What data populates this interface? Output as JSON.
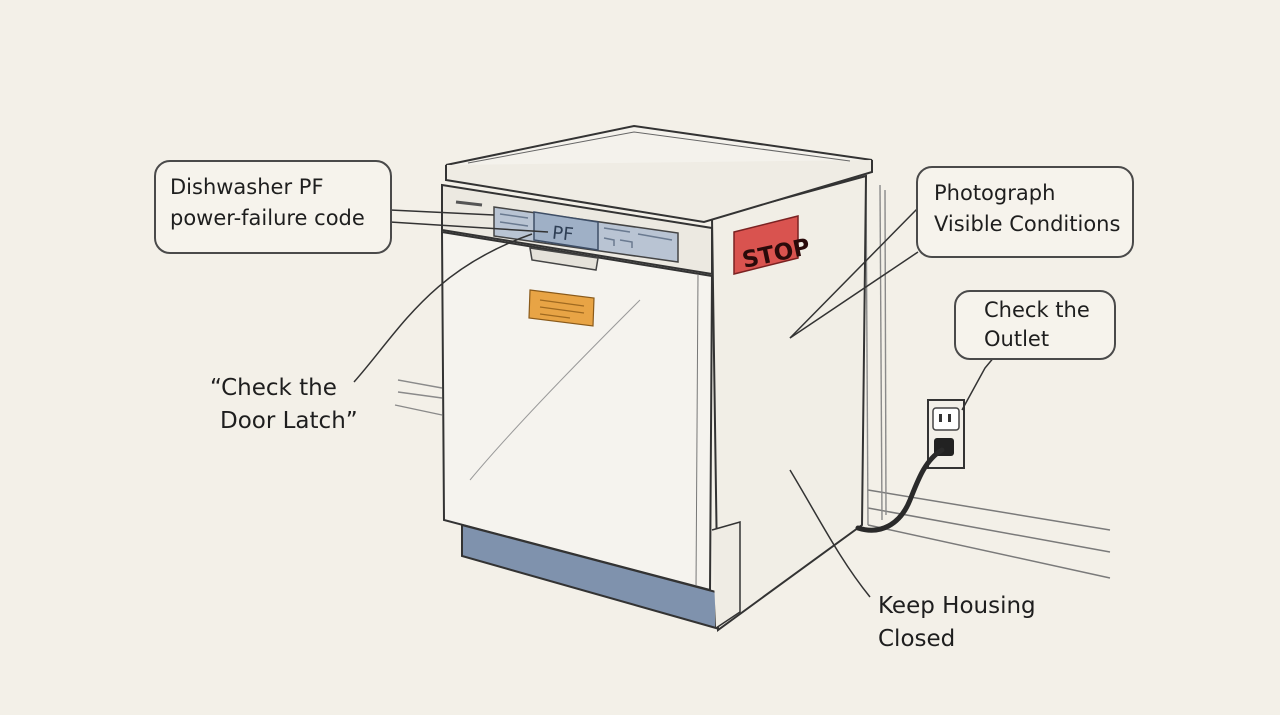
{
  "display_code": "PF",
  "stop_sign": "STOP",
  "callouts": {
    "error_code": {
      "line1": "Dishwasher PF",
      "line2": "power-failure code"
    },
    "photograph": {
      "line1": "Photograph",
      "line2": "Visible Conditions"
    },
    "outlet": {
      "line1": "Check the",
      "line2": "Outlet"
    },
    "door_latch": {
      "line1": "“Check the",
      "line2": "Door Latch”"
    },
    "housing": {
      "line1": "Keep Housing",
      "line2": "Closed"
    }
  },
  "colors": {
    "background": "#f3f0e8",
    "stop_red": "#d9534f",
    "tag_orange": "#e8a445",
    "base_blue": "#7f92ad",
    "display_blue": "#9fb0c6"
  }
}
